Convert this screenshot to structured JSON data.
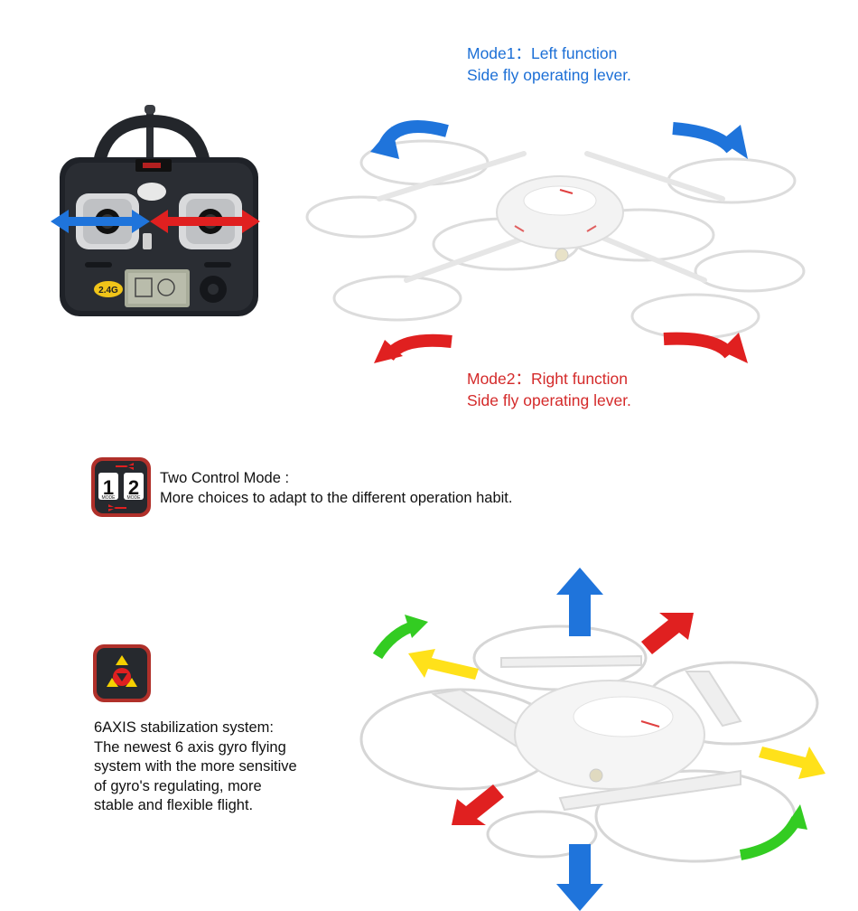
{
  "mode1": {
    "line1": "Mode1：Left function",
    "line2": "Side fly operating lever."
  },
  "mode2": {
    "line1": "Mode2：Right function",
    "line2": "Side fly operating lever."
  },
  "control_mode": {
    "icon_digit_1": "1",
    "icon_digit_2": "2",
    "icon_sub_1": "MODE",
    "icon_sub_2": "MODE",
    "title": "Two Control Mode :",
    "description": "More choices to adapt to the different operation habit."
  },
  "stabilization": {
    "line1": "6AXIS stabilization system:",
    "line2": "The newest 6 axis gyro flying",
    "line3": "system with the more sensitive",
    "line4": "of gyro's regulating, more",
    "line5": "stable and flexible flight."
  },
  "controller": {
    "badge": "2.4G"
  },
  "colors": {
    "blue_text": "#1c6fd6",
    "red_text": "#d42a2a",
    "arrow_blue": "#1f74db",
    "arrow_red": "#e02020",
    "arrow_green": "#33cc22",
    "arrow_yellow": "#ffe11a"
  }
}
